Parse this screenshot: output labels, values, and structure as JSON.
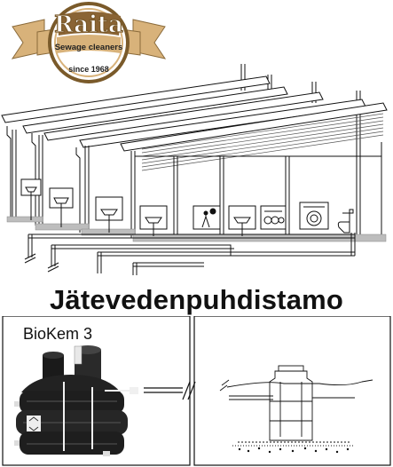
{
  "logo": {
    "brand": "Raita",
    "tagline": "Sewage cleaners",
    "since": "since 1968"
  },
  "title": "Jätevedenpuhdistamo",
  "product": "BioKem 3",
  "fixtures": [
    {
      "name": "sink-icon"
    },
    {
      "name": "sink-icon"
    },
    {
      "name": "sink-icon"
    },
    {
      "name": "sink-icon"
    },
    {
      "name": "shower-icon"
    },
    {
      "name": "washbasin-icon"
    },
    {
      "name": "dishwasher-icon"
    },
    {
      "name": "washing-machine-icon"
    },
    {
      "name": "toilet-icon"
    }
  ],
  "colors": {
    "logo_ribbon": "#d8b27a",
    "logo_ring": "#7a5a2a",
    "line": "#111111",
    "floor": "#bdbdbd"
  }
}
